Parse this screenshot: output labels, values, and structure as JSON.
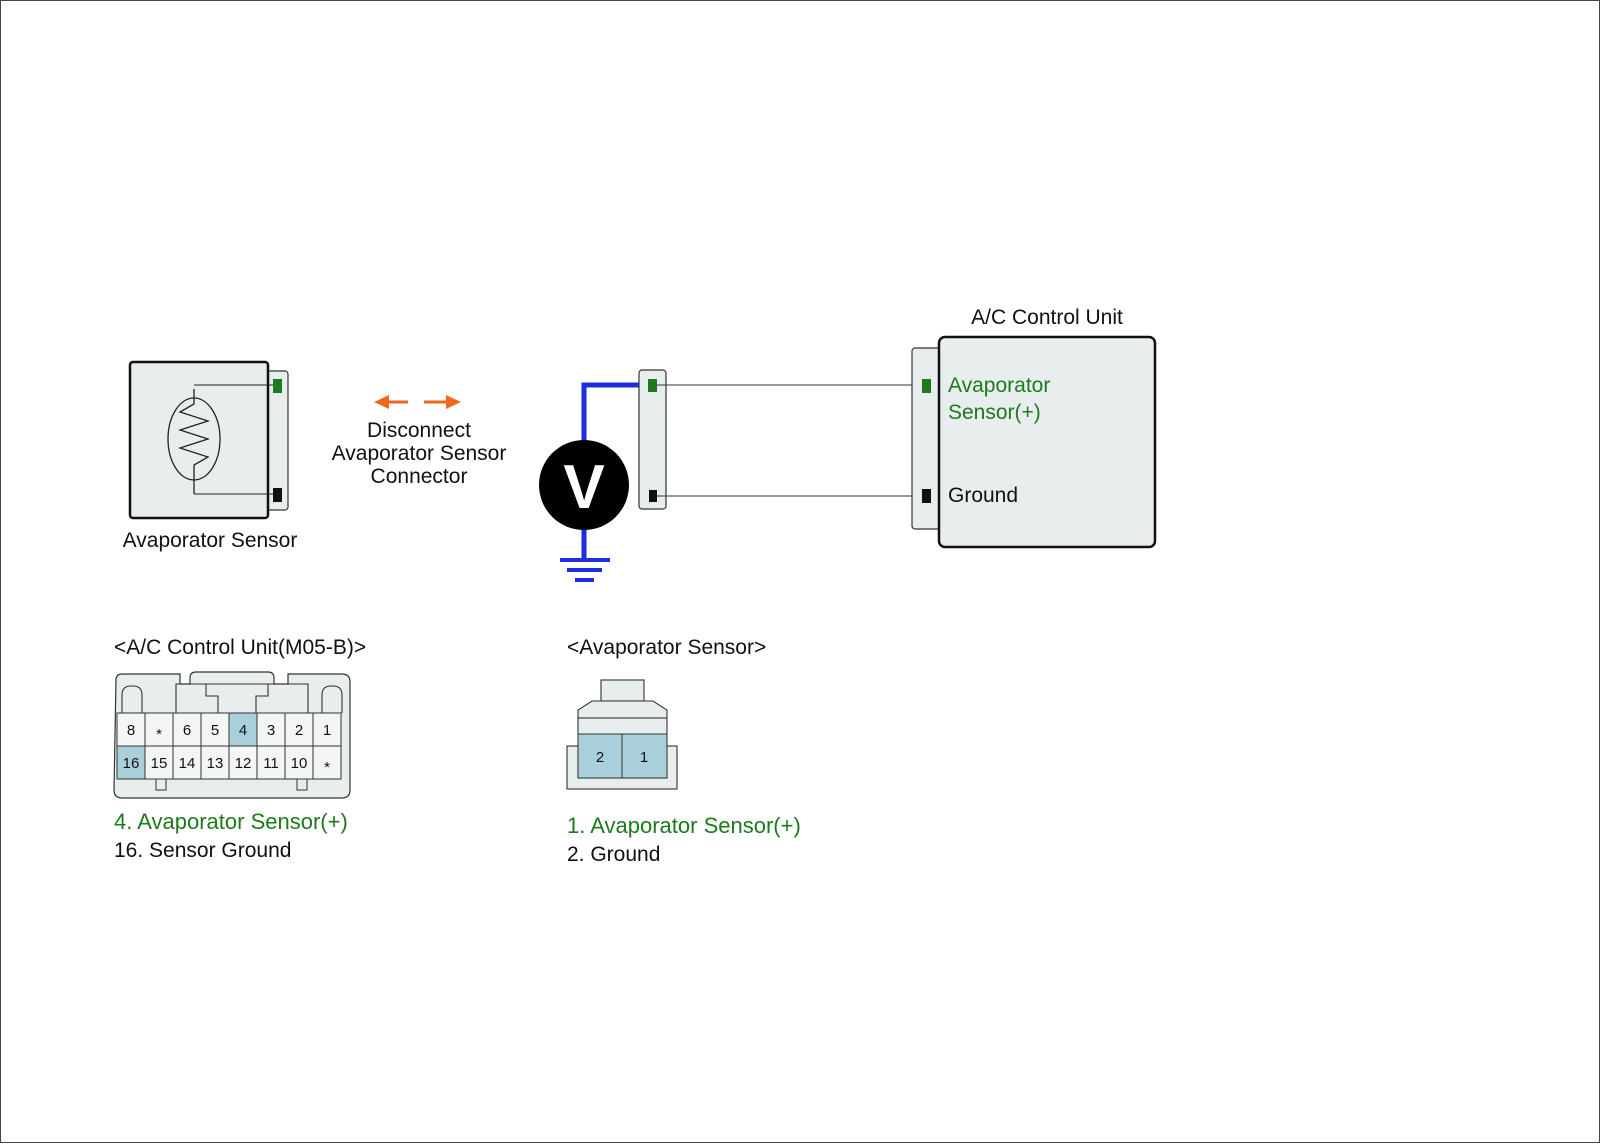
{
  "labels": {
    "acu_title": "A/C Control Unit",
    "acu_pin_sensor": [
      "Avaporator",
      "Sensor(+)"
    ],
    "acu_pin_ground": "Ground",
    "sensor_title": "Avaporator Sensor",
    "disconnect": [
      "Disconnect",
      "Avaporator Sensor",
      "Connector"
    ],
    "voltmeter": "V"
  },
  "connector_acu": {
    "title": "<A/C Control Unit(M05-B)>",
    "row1": [
      "8",
      "*",
      "6",
      "5",
      "4",
      "3",
      "2",
      "1"
    ],
    "row2": [
      "16",
      "15",
      "14",
      "13",
      "12",
      "11",
      "10",
      "*"
    ],
    "highlighted": [
      "4",
      "16"
    ],
    "legend": [
      {
        "text": "4. Avaporator Sensor(+)",
        "color": "green"
      },
      {
        "text": "16. Sensor Ground",
        "color": "black"
      }
    ]
  },
  "connector_sensor": {
    "title": "<Avaporator Sensor>",
    "pins": [
      "2",
      "1"
    ],
    "legend": [
      {
        "text": "1. Avaporator Sensor(+)",
        "color": "green"
      },
      {
        "text": "2. Ground",
        "color": "black"
      }
    ]
  },
  "colors": {
    "signal_green": "#1e7a1e",
    "probe_blue": "#1f2de0",
    "arrow_orange": "#ee6a1a",
    "panel_fill": "#e8eeee",
    "pin_highlight": "#a9d0da"
  }
}
